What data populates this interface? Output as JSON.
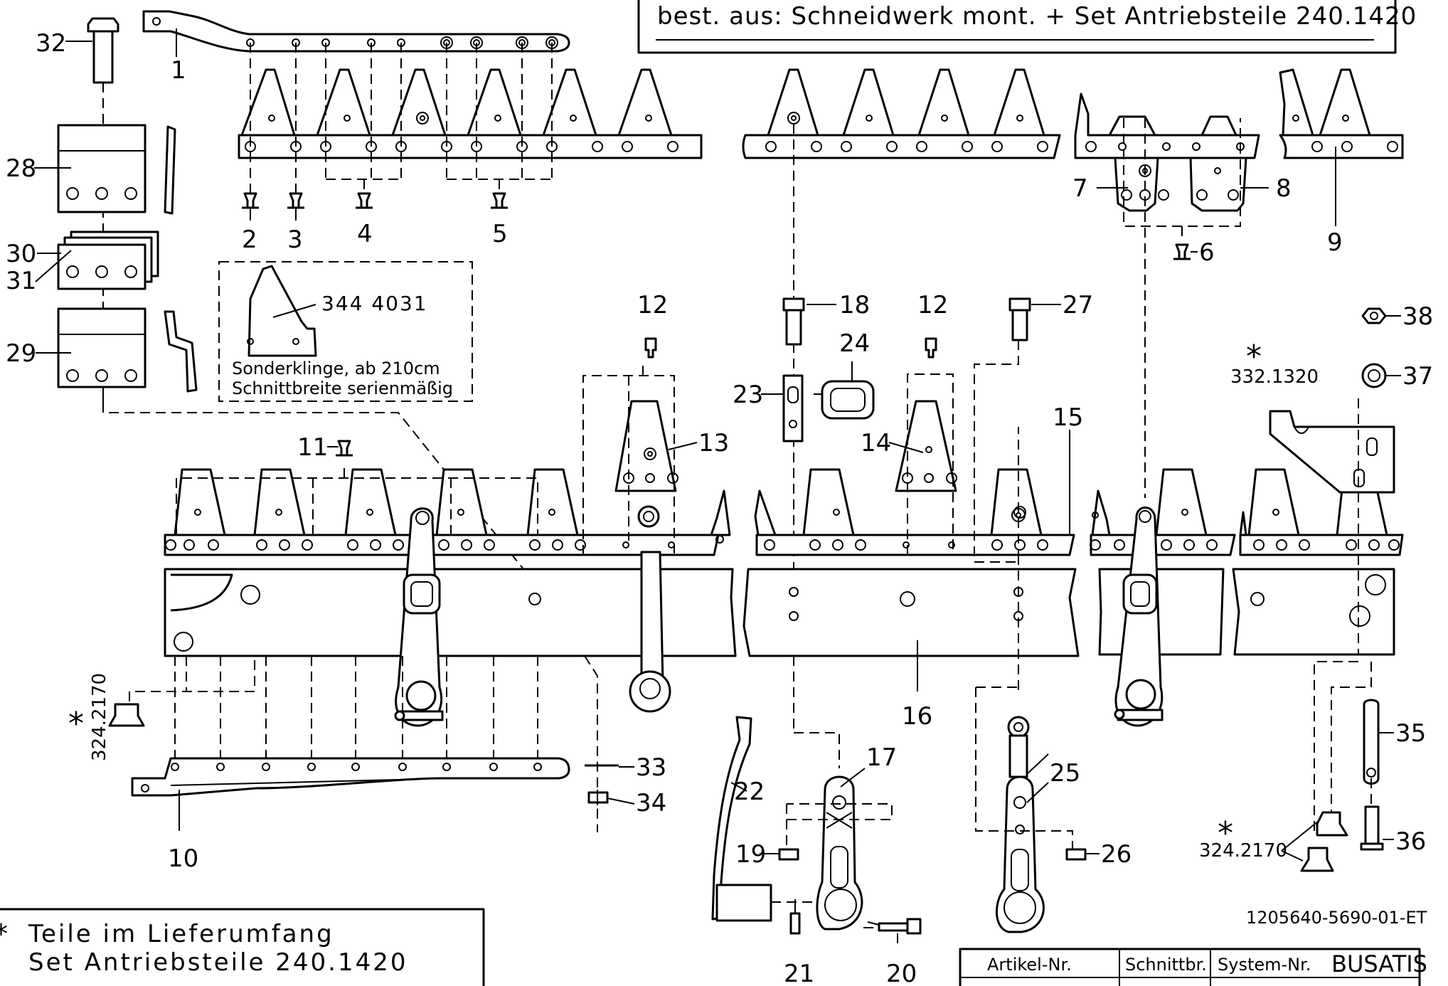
{
  "header": {
    "subtitle": "best. aus: Schneidwerk mont. + Set Antriebsteile 240.1420"
  },
  "detail_box": {
    "part_no": "344 4031",
    "line1": "Sonderklinge, ab 210cm",
    "line2": "Schnittbreite serienmäßig"
  },
  "star_refs": {
    "ref_332": "332.1320",
    "ref_324_left": "324.2170",
    "ref_324_right": "324.2170",
    "star": "*"
  },
  "doc_number": "1205640-5690-01-ET",
  "footnote": {
    "star": "*",
    "line1": "Teile im Lieferumfang",
    "line2": "Set Antriebsteile 240.1420"
  },
  "parts_table": {
    "headers": [
      "Artikel-Nr.",
      "Schnittbr.",
      "System-Nr."
    ],
    "brand": "BUSATIS"
  },
  "callouts": {
    "c1": "1",
    "c2": "2",
    "c3": "3",
    "c4": "4",
    "c5": "5",
    "c6": "6",
    "c7": "7",
    "c8": "8",
    "c9": "9",
    "c10": "10",
    "c11": "11",
    "c12a": "12",
    "c12b": "12",
    "c13": "13",
    "c14": "14",
    "c15": "15",
    "c16": "16",
    "c17": "17",
    "c18": "18",
    "c19": "19",
    "c20": "20",
    "c21": "21",
    "c22": "22",
    "c23": "23",
    "c24": "24",
    "c25": "25",
    "c26": "26",
    "c27": "27",
    "c28": "28",
    "c29": "29",
    "c30": "30",
    "c31": "31",
    "c32": "32",
    "c33": "33",
    "c34": "34",
    "c35": "35",
    "c36": "36",
    "c37": "37",
    "c38": "38"
  }
}
